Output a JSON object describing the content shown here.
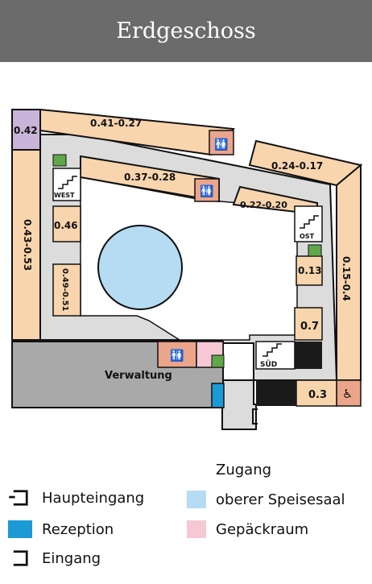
{
  "header": {
    "title": "Erdgeschoss"
  },
  "colors": {
    "room": "#f9d5ad",
    "corridor": "#dcdcdc",
    "admin": "#a9a9a9",
    "purple": "#c7b4d8",
    "green": "#5ea84a",
    "wc": "#eba58a",
    "pink": "#f6c8d6",
    "blue": "#1b9ad6",
    "lightblue": "#b5dcf2",
    "black": "#1a1a1a",
    "outline": "#111111"
  },
  "rooms": {
    "r042": "0.42",
    "r041_027": "0.41-0.27",
    "r024_017": "0.24-0.17",
    "r037_028": "0.37-0.28",
    "r022_020": "0.22-0.20",
    "r043_053": "0.43-0.53",
    "r046": "0.46",
    "r049_051": "0.49-0.51",
    "r013": "0.13",
    "r015_04": "0.15-0.4",
    "r07": "0.7",
    "r03": "0.3",
    "admin": "Verwaltung"
  },
  "stairs": {
    "west": "WEST",
    "ost": "OST",
    "sued": "SÜD"
  },
  "legend": {
    "title": "Zugang",
    "haupteingang": "Haupteingang",
    "rezeption": "Rezeption",
    "eingang": "Eingang",
    "speisesaal": "oberer Speisesaal",
    "gepaeck": "Gepäckraum"
  }
}
